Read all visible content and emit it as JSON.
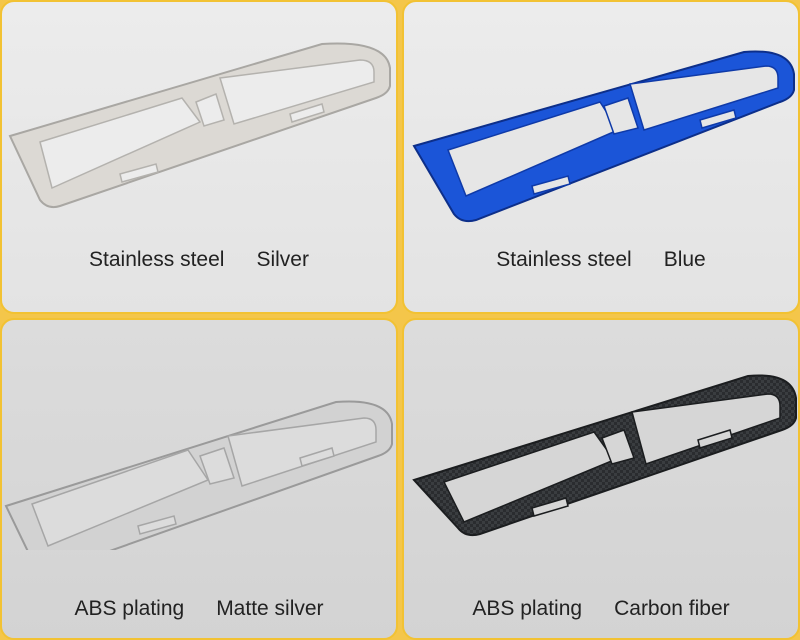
{
  "products": [
    {
      "material": "Stainless steel",
      "color": "Silver",
      "frame_color": "#d9d7d3",
      "edge_color": "#a9a7a3"
    },
    {
      "material": "Stainless steel",
      "color": "Blue",
      "frame_color": "#1b55d8",
      "edge_color": "#0d2f8a"
    },
    {
      "material": "ABS plating",
      "color": "Matte silver",
      "frame_color": "#d2d2d2",
      "edge_color": "#9a9a9a"
    },
    {
      "material": "ABS plating",
      "color": "Carbon fiber",
      "frame_color": "#3a3d40",
      "edge_color": "#1b1d1f"
    }
  ]
}
